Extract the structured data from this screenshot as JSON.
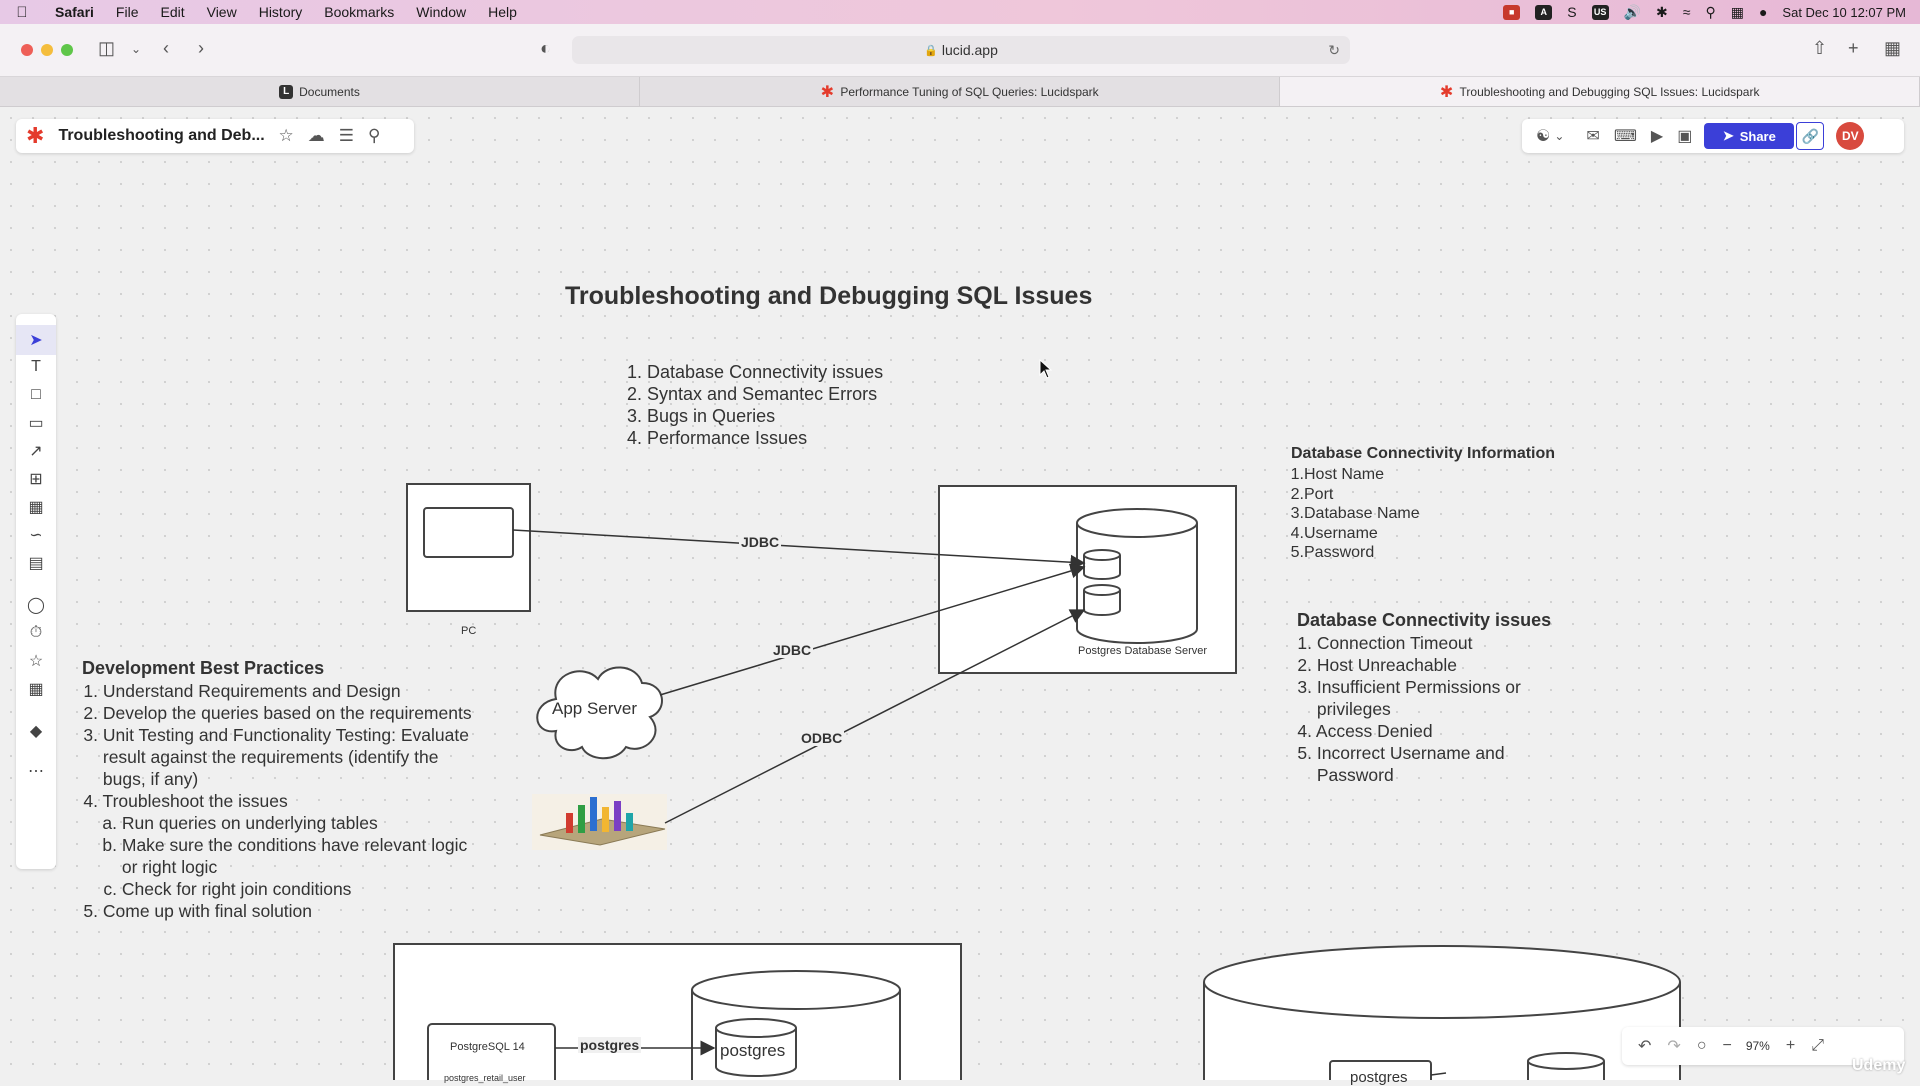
{
  "menubar": {
    "app": "Safari",
    "items": [
      "File",
      "Edit",
      "View",
      "History",
      "Bookmarks",
      "Window",
      "Help"
    ],
    "status": {
      "datetime": "Sat Dec 10  12:07 PM",
      "input_source": "US"
    }
  },
  "toolbar": {
    "url": "lucid.app"
  },
  "tabs": [
    {
      "label": "Documents",
      "icon": "lucid-doc-icon"
    },
    {
      "label": "Performance Tuning of SQL Queries: Lucidspark",
      "icon": "lucidspark-icon"
    },
    {
      "label": "Troubleshooting and Debugging SQL Issues: Lucidspark",
      "icon": "lucidspark-icon",
      "active": true
    }
  ],
  "document": {
    "title": "Troubleshooting and Deb..."
  },
  "rightbar": {
    "share_label": "Share",
    "avatar": "DV"
  },
  "bottombar": {
    "zoom": "97%"
  },
  "watermark": "Udemy",
  "diagram": {
    "title": "Troubleshooting and Debugging SQL Issues",
    "issues_list": [
      "Database Connectivity issues",
      "Syntax and Semantec Errors",
      "Bugs in Queries",
      "Performance Issues"
    ],
    "conn_info": {
      "heading": "Database Connectivity Information",
      "items": [
        "Host Name",
        "Port",
        "Database Name",
        "Username",
        "Password"
      ]
    },
    "conn_issues": {
      "heading": "Database Connectivity issues",
      "items": [
        "Connection Timeout",
        "Host Unreachable",
        "Insufficient Permissions or",
        "privileges",
        "Access Denied",
        "Incorrect Username and",
        "Password"
      ]
    },
    "best_practices": {
      "heading": "Development Best Practices",
      "lines": [
        {
          "num": "1.",
          "text": "Understand Requirements and Design"
        },
        {
          "num": "2.",
          "text": "Develop the queries based on the requirements"
        },
        {
          "num": "3.",
          "text": "Unit Testing and Functionality Testing: Evaluate"
        },
        {
          "num": "",
          "text": "result against the requirements (identify the"
        },
        {
          "num": "",
          "text": "bugs, if any)"
        },
        {
          "num": "4.",
          "text": "Troubleshoot the issues"
        },
        {
          "num": "a.",
          "text": "Run queries on underlying tables"
        },
        {
          "num": "b.",
          "text": "Make sure the conditions have relevant logic"
        },
        {
          "num": "",
          "text": "or right logic"
        },
        {
          "num": "c.",
          "text": "Check for right join conditions"
        },
        {
          "num": "5.",
          "text": "Come up with final solution"
        }
      ]
    },
    "shapes": {
      "pc_label": "PC",
      "db_server_label": "Postgres Database Server",
      "app_server_label": "App Server",
      "edge_jdbc_1": "JDBC",
      "edge_jdbc_2": "JDBC",
      "edge_odbc": "ODBC",
      "pg_client_label": "PostgreSQL 14",
      "pg_client_sub": "postgres_retail_user",
      "pg_edge_label": "postgres",
      "pg_db_label": "postgres",
      "pg2_box_label": "postgres"
    }
  }
}
